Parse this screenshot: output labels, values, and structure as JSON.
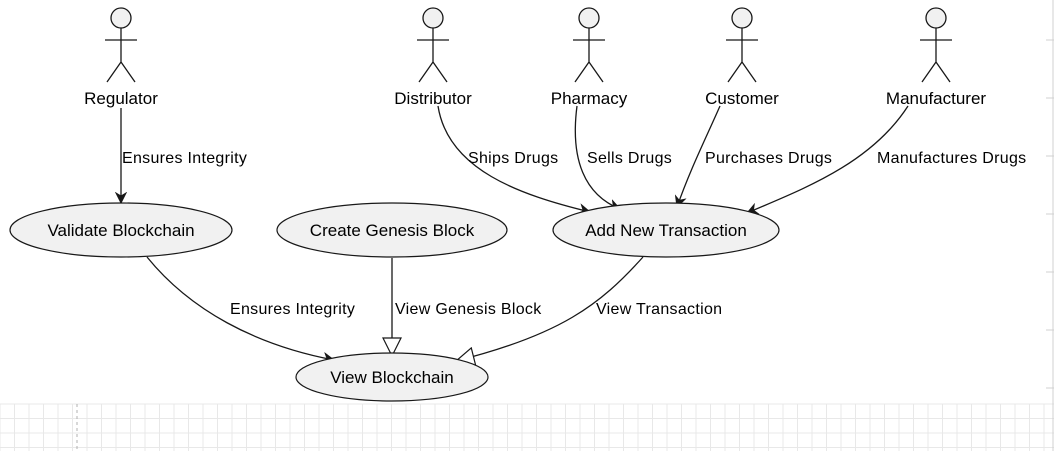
{
  "actors": [
    {
      "id": "regulator",
      "label": "Regulator"
    },
    {
      "id": "distributor",
      "label": "Distributor"
    },
    {
      "id": "pharmacy",
      "label": "Pharmacy"
    },
    {
      "id": "customer",
      "label": "Customer"
    },
    {
      "id": "manufacturer",
      "label": "Manufacturer"
    }
  ],
  "use_cases": [
    {
      "id": "validate",
      "label": "Validate Blockchain"
    },
    {
      "id": "genesis",
      "label": "Create Genesis Block"
    },
    {
      "id": "add_tx",
      "label": "Add New Transaction"
    },
    {
      "id": "view",
      "label": "View Blockchain"
    }
  ],
  "edges": [
    {
      "from": "regulator",
      "to": "validate",
      "label": "Ensures Integrity",
      "kind": "association"
    },
    {
      "from": "distributor",
      "to": "add_tx",
      "label": "Ships Drugs",
      "kind": "association"
    },
    {
      "from": "pharmacy",
      "to": "add_tx",
      "label": "Sells Drugs",
      "kind": "association"
    },
    {
      "from": "customer",
      "to": "add_tx",
      "label": "Purchases Drugs",
      "kind": "association"
    },
    {
      "from": "manufacturer",
      "to": "add_tx",
      "label": "Manufactures Drugs",
      "kind": "association"
    },
    {
      "from": "validate",
      "to": "view",
      "label": "Ensures Integrity",
      "kind": "association"
    },
    {
      "from": "genesis",
      "to": "view",
      "label": "View Genesis Block",
      "kind": "generalization"
    },
    {
      "from": "add_tx",
      "to": "view",
      "label": "View Transaction",
      "kind": "generalization"
    }
  ],
  "colors": {
    "usecase_fill": "#f1f1f1",
    "stroke": "#181818",
    "actor_fill": "#f1f1f1"
  }
}
